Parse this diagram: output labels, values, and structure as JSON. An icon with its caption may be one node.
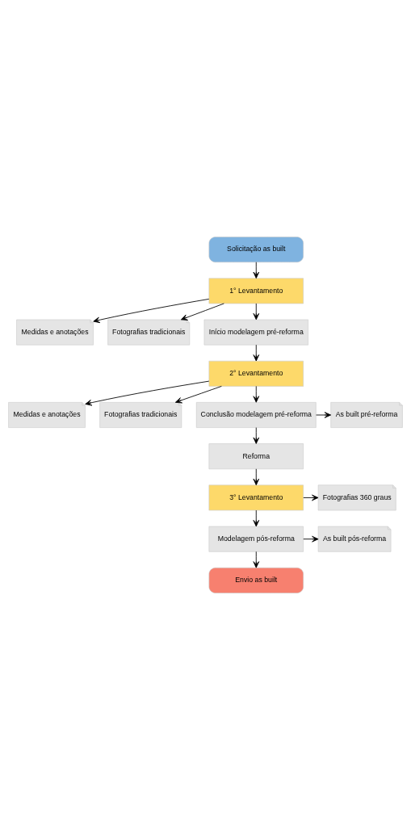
{
  "diagram": {
    "nodes": [
      {
        "text": [
          "Solicitação as built"
        ]
      },
      {
        "text": [
          "1° Levantamento"
        ]
      },
      {
        "text": [
          "Medidas e anotações"
        ]
      },
      {
        "text": [
          "Fotografias tradicionais"
        ]
      },
      {
        "text": [
          "Início modelagem pré-reforma"
        ]
      },
      {
        "text": [
          "2° Levantamento"
        ]
      },
      {
        "text": [
          "Medidas e anotações"
        ]
      },
      {
        "text": [
          "Fotografias tradicionais"
        ]
      },
      {
        "text": [
          "Conclusão modelagem pré-reforma"
        ]
      },
      {
        "text": [
          "As built pré-reforma"
        ]
      },
      {
        "text": [
          "Reforma"
        ]
      },
      {
        "text": [
          "3° Levantamento"
        ]
      },
      {
        "text": [
          "Fotografias 360 graus"
        ]
      },
      {
        "text": [
          "Modelagem pós-reforma"
        ]
      },
      {
        "text": [
          "As built pós-reforma"
        ]
      },
      {
        "text": [
          "Envio as built"
        ]
      }
    ],
    "edges": [
      {
        "from": 0,
        "to": 1,
        "arrow": "to"
      },
      {
        "from": 1,
        "to": 2,
        "arrow": "to"
      },
      {
        "from": 1,
        "to": 3,
        "arrow": "to"
      },
      {
        "from": 1,
        "to": 4,
        "arrow": "to"
      },
      {
        "from": 4,
        "to": 5,
        "arrow": "to"
      },
      {
        "from": 5,
        "to": 6,
        "arrow": "to"
      },
      {
        "from": 5,
        "to": 7,
        "arrow": "to"
      },
      {
        "from": 5,
        "to": 8,
        "arrow": "to"
      },
      {
        "from": 8,
        "to": 9,
        "arrow": "to"
      },
      {
        "from": 8,
        "to": 10,
        "arrow": "to"
      },
      {
        "from": 10,
        "to": 11,
        "arrow": "to"
      },
      {
        "from": 11,
        "to": 12,
        "arrow": "to"
      },
      {
        "from": 11,
        "to": 13,
        "arrow": "to"
      },
      {
        "from": 13,
        "to": 14,
        "arrow": "to"
      },
      {
        "from": 13,
        "to": 15,
        "arrow": "to"
      }
    ]
  }
}
